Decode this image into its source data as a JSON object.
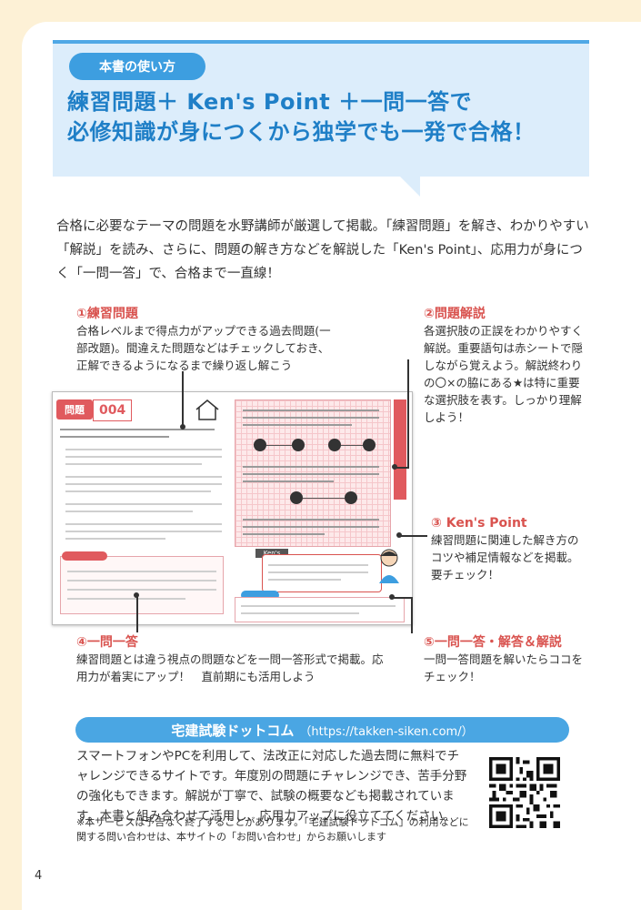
{
  "banner": {
    "pill": "本書の使い方",
    "headline_line1": "練習問題＋ Ken's Point ＋一問一答で",
    "headline_line2": "必修知識が身につくから独学でも一発で合格！"
  },
  "intro": "合格に必要なテーマの問題を水野講師が厳選して掲載。「練習問題」を解き、わかりやすい「解説」を読み、さらに、問題の解き方などを解説した「Ken's Point」、応用力が身につく「一問一答」で、合格まで一直線！",
  "callouts": [
    {
      "title": "①練習問題",
      "body": "合格レベルまで得点力がアップできる過去問題(一部改題)。間違えた問題などはチェックしておき、正解できるようになるまで繰り返し解こう"
    },
    {
      "title": "②問題解説",
      "body": "各選択肢の正誤をわかりやすく解説。重要語句は赤シートで隠しながら覚えよう。解説終わりの〇×の脇にある★は特に重要な選択肢を表す。しっかり理解しよう！"
    },
    {
      "title": "③ Ken's Point",
      "body": "練習問題に関連した解き方のコツや補足情報などを掲載。要チェック！"
    },
    {
      "title": "④一問一答",
      "body": "練習問題とは違う視点の問題などを一問一答形式で掲載。応用力が着実にアップ！　直前期にも活用しよう"
    },
    {
      "title": "⑤一問一答・解答＆解説",
      "body": "一問一答問題を解いたらココをチェック！"
    }
  ],
  "figure": {
    "label": "問題",
    "qid": "004",
    "kens_tag": "Ken's Point"
  },
  "site": {
    "name": "宅建試験ドットコム",
    "url": "（https://takken-siken.com/）",
    "body": "スマートフォンやPCを利用して、法改正に対応した過去問に無料でチャレンジできるサイトです。年度別の問題にチャレンジでき、苦手分野の強化もできます。解説が丁寧で、試験の概要なども掲載されています。本書と組み合わせて活用し、応用力アップに役立ててください。",
    "note": "※本サービスは予告なく終了することがあります。「宅建試験ドットコム」の利用などに関する問い合わせは、本サイトの「お問い合わせ」からお願いします"
  },
  "page_number": "4",
  "colors": {
    "accent_blue": "#3d9ee0",
    "accent_red": "#d9534f",
    "banner_bg": "#dcedfb"
  }
}
